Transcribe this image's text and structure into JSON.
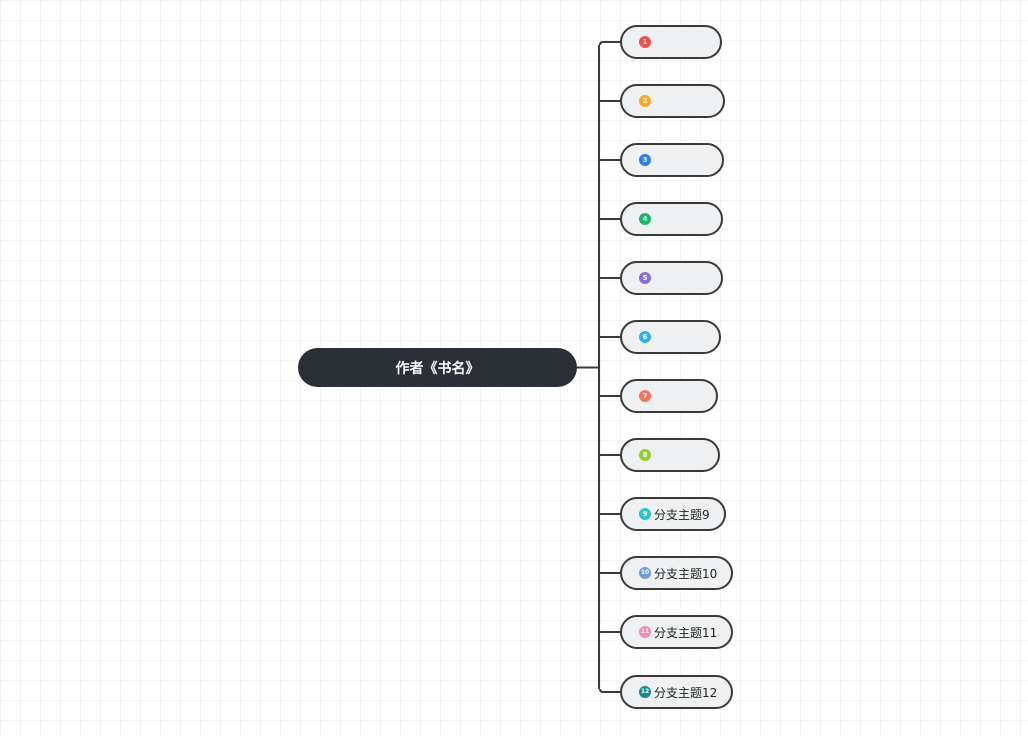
{
  "root": {
    "title": "作者《书名》"
  },
  "branches": [
    {
      "number": "1",
      "label": "",
      "color": "#f0504d"
    },
    {
      "number": "2",
      "label": "",
      "color": "#f5a623"
    },
    {
      "number": "3",
      "label": "",
      "color": "#2f7df6"
    },
    {
      "number": "4",
      "label": "",
      "color": "#1fb36b"
    },
    {
      "number": "5",
      "label": "",
      "color": "#8a6fd6"
    },
    {
      "number": "6",
      "label": "",
      "color": "#2bb2ef"
    },
    {
      "number": "7",
      "label": "",
      "color": "#f5735a"
    },
    {
      "number": "8",
      "label": "",
      "color": "#8fcf2c"
    },
    {
      "number": "9",
      "label": "分支主题9",
      "color": "#2fbfc7"
    },
    {
      "number": "10",
      "label": "分支主题10",
      "color": "#6f9ed6"
    },
    {
      "number": "11",
      "label": "分支主题11",
      "color": "#f08bb5"
    },
    {
      "number": "12",
      "label": "分支主题12",
      "color": "#12908a"
    }
  ]
}
